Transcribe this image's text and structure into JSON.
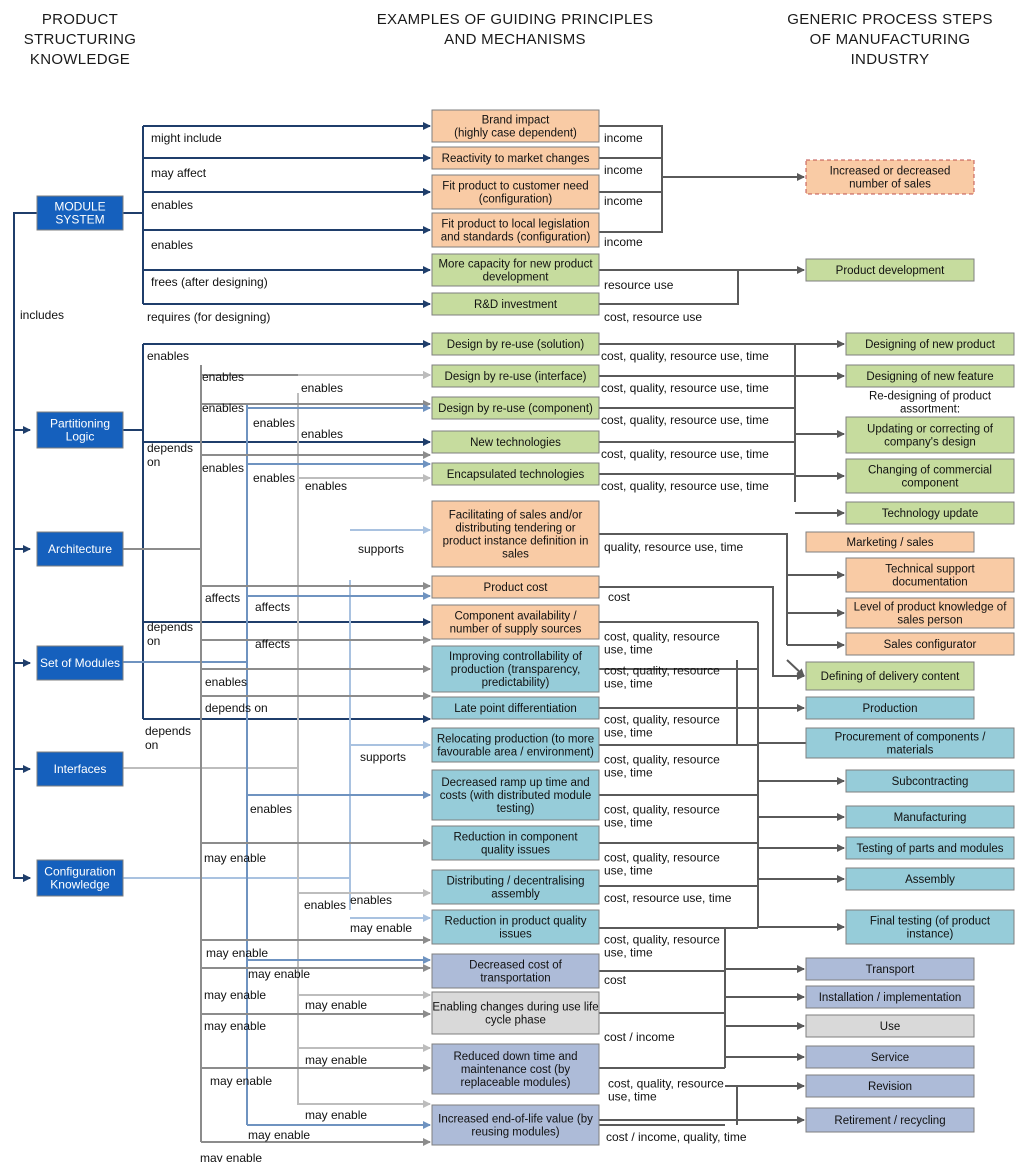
{
  "headers": {
    "left": "PRODUCT\nSTRUCTURING\nKNOWLEDGE",
    "middle": "EXAMPLES OF GUIDING PRINCIPLES\nAND MECHANISMS",
    "right": "GENERIC PROCESS STEPS\nOF MANUFACTURING\nINDUSTRY"
  },
  "colors": {
    "source": "#1560bd",
    "orange": "#f9cba5",
    "green": "#c6dc9e",
    "blue": "#96ccd9",
    "slate": "#adbbd8",
    "grey": "#d9d9d9",
    "navy": "#1f3e6b",
    "dark": "#5a5a5a",
    "mid": "#8c8c8c",
    "light": "#bdbdbd",
    "steel": "#6f93c0",
    "pale": "#a9c2e0"
  },
  "sources": [
    {
      "id": "module",
      "label": "MODULE\nSYSTEM"
    },
    {
      "id": "partition",
      "label": "Partitioning\nLogic"
    },
    {
      "id": "architecture",
      "label": "Architecture"
    },
    {
      "id": "setmodules",
      "label": "Set of Modules"
    },
    {
      "id": "interfaces",
      "label": "Interfaces"
    },
    {
      "id": "config",
      "label": "Configuration\nKnowledge"
    }
  ],
  "includes_label": "includes",
  "mechanisms": [
    {
      "label": "Brand impact\n(highly case dependent)",
      "color": "orange"
    },
    {
      "label": "Reactivity to market changes",
      "color": "orange"
    },
    {
      "label": "Fit product to customer need\n(configuration)",
      "color": "orange"
    },
    {
      "label": "Fit product to local legislation\nand standards (configuration)",
      "color": "orange"
    },
    {
      "label": "More capacity for new product\ndevelopment",
      "color": "green"
    },
    {
      "label": "R&D investment",
      "color": "green"
    },
    {
      "label": "Design by re-use (solution)",
      "color": "green"
    },
    {
      "label": "Design by re-use (interface)",
      "color": "green"
    },
    {
      "label": "Design by re-use (component)",
      "color": "green"
    },
    {
      "label": "New technologies",
      "color": "green"
    },
    {
      "label": "Encapsulated technologies",
      "color": "green"
    },
    {
      "label": "Facilitating of sales and/or\ndistributing tendering or\nproduct instance definition in\nsales",
      "color": "orange"
    },
    {
      "label": "Product cost",
      "color": "orange"
    },
    {
      "label": "Component availability /\nnumber of supply sources",
      "color": "orange"
    },
    {
      "label": "Improving controllability of\nproduction (transparency,\npredictability)",
      "color": "blue"
    },
    {
      "label": "Late point differentiation",
      "color": "blue"
    },
    {
      "label": "Relocating production (to more\nfavourable area / environment)",
      "color": "blue"
    },
    {
      "label": "Decreased ramp up time and\ncosts (with distributed module\ntesting)",
      "color": "blue"
    },
    {
      "label": "Reduction in component\nquality issues",
      "color": "blue"
    },
    {
      "label": "Distributing / decentralising\nassembly",
      "color": "blue"
    },
    {
      "label": "Reduction in product quality\nissues",
      "color": "blue"
    },
    {
      "label": "Decreased cost of\ntransportation",
      "color": "slate"
    },
    {
      "label": "Enabling changes during use life\ncycle phase",
      "color": "grey"
    },
    {
      "label": "Reduced down time and\nmaintenance cost (by\nreplaceable modules)",
      "color": "slate"
    },
    {
      "label": "Increased end-of-life value (by\nreusing modules)",
      "color": "slate"
    }
  ],
  "processes": [
    {
      "label": "Increased or decreased\nnumber of sales",
      "color": "orange",
      "dashed": true
    },
    {
      "label": "Product development",
      "color": "green"
    },
    {
      "label": "Designing of new product",
      "color": "green"
    },
    {
      "label": "Designing of new feature",
      "color": "green"
    },
    {
      "label": "Updating or correcting of\ncompany's design",
      "color": "green"
    },
    {
      "label": "Changing of commercial\ncomponent",
      "color": "green"
    },
    {
      "label": "Technology update",
      "color": "green"
    },
    {
      "label": "Marketing / sales",
      "color": "orange"
    },
    {
      "label": "Technical support\ndocumentation",
      "color": "orange"
    },
    {
      "label": "Level of product knowledge of\nsales person",
      "color": "orange"
    },
    {
      "label": "Sales configurator",
      "color": "orange"
    },
    {
      "label": "Defining of delivery content",
      "color": "green"
    },
    {
      "label": "Production",
      "color": "blue"
    },
    {
      "label": "Procurement of components /\nmaterials",
      "color": "blue"
    },
    {
      "label": "Subcontracting",
      "color": "blue"
    },
    {
      "label": "Manufacturing",
      "color": "blue"
    },
    {
      "label": "Testing of parts and modules",
      "color": "blue"
    },
    {
      "label": "Assembly",
      "color": "blue"
    },
    {
      "label": "Final testing (of product\ninstance)",
      "color": "blue"
    },
    {
      "label": "Transport",
      "color": "slate"
    },
    {
      "label": "Installation  / implementation",
      "color": "slate"
    },
    {
      "label": "Use",
      "color": "grey"
    },
    {
      "label": "Service",
      "color": "slate"
    },
    {
      "label": "Revision",
      "color": "slate"
    },
    {
      "label": "Retirement / recycling",
      "color": "slate"
    }
  ],
  "redesign_label": "Re-designing of product\nassortment:",
  "relation_labels": [
    "might include",
    "may affect",
    "enables",
    "enables",
    "frees (after designing)",
    "requires (for designing)",
    "enables",
    "enables",
    "enables",
    "enables",
    "enables",
    "enables",
    "enables",
    "depends\non",
    "enables",
    "enables",
    "enables",
    "supports",
    "affects",
    "affects",
    "affects",
    "depends\non",
    "enables",
    "depends on",
    "depends\non",
    "supports",
    "enables",
    "may enable",
    "enables",
    "may enable",
    "may enable",
    "may enable",
    "may enable",
    "may enable",
    "may enable",
    "may enable",
    "may enable",
    "may enable",
    "may enable",
    "may enable"
  ],
  "impact_labels": [
    "income",
    "income",
    "income",
    "income",
    "resource use",
    "cost, resource use",
    "cost, quality, resource use, time",
    "cost, quality, resource use, time",
    "cost, quality, resource use, time",
    "cost, quality, resource use, time",
    "cost, quality, resource use, time",
    "quality, resource use, time",
    "cost",
    "cost, quality, resource\nuse, time",
    "cost, quality, resource\nuse, time",
    "cost, quality, resource\nuse, time",
    "cost, quality, resource\nuse, time",
    "cost, quality, resource\nuse, time",
    "cost, quality, resource\nuse, time",
    "cost, resource use, time",
    "cost, quality, resource\nuse, time",
    "cost",
    "cost / income",
    "cost, quality, resource\nuse, time",
    "cost / income, quality, time"
  ]
}
